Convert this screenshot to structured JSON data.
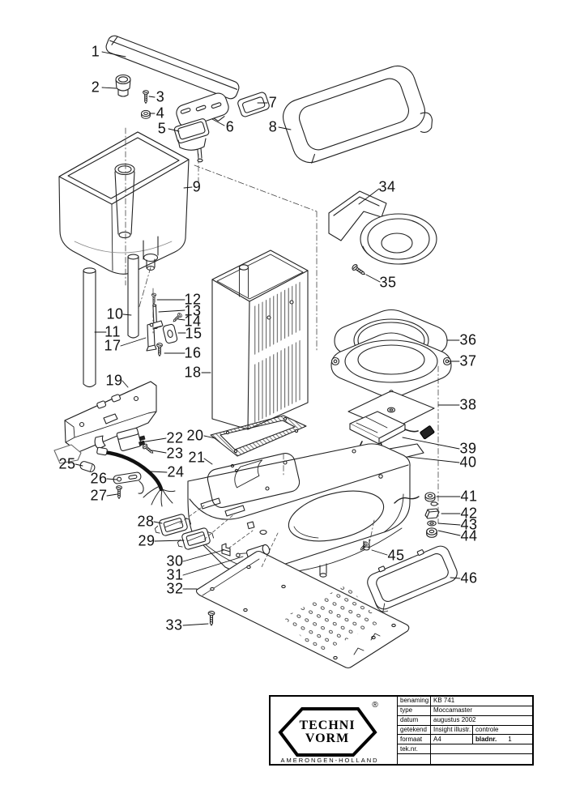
{
  "labels": [
    "1",
    "2",
    "3",
    "4",
    "5",
    "6",
    "7",
    "8",
    "9",
    "10",
    "11",
    "12",
    "13",
    "14",
    "15",
    "16",
    "17",
    "18",
    "19",
    "20",
    "21",
    "22",
    "23",
    "24",
    "25",
    "26",
    "27",
    "28",
    "29",
    "30",
    "31",
    "32",
    "33",
    "34",
    "35",
    "36",
    "37",
    "38",
    "39",
    "40",
    "41",
    "42",
    "43",
    "44",
    "45",
    "46"
  ],
  "title_block": {
    "logo": {
      "line1": "TECHNI",
      "line2": "VORM",
      "reg": "®",
      "subtitle": "AMERONGEN-HOLLAND"
    },
    "fields": {
      "benaming_label": "benaming",
      "benaming": "KB 741",
      "type_label": "type",
      "type": "Moccamaster",
      "datum_label": "datum",
      "datum": "augustus 2002",
      "getekend_label": "getekend",
      "getekend": "Insight illustr.",
      "controle_label": "controle",
      "formaat_label": "formaat",
      "formaat": "A4",
      "bladnr_label": "bladnr.",
      "bladnr": "1",
      "teknr_label": "tek.nr."
    }
  },
  "colors": {
    "line": "#222222",
    "label_text": "#111111",
    "background": "#ffffff"
  }
}
